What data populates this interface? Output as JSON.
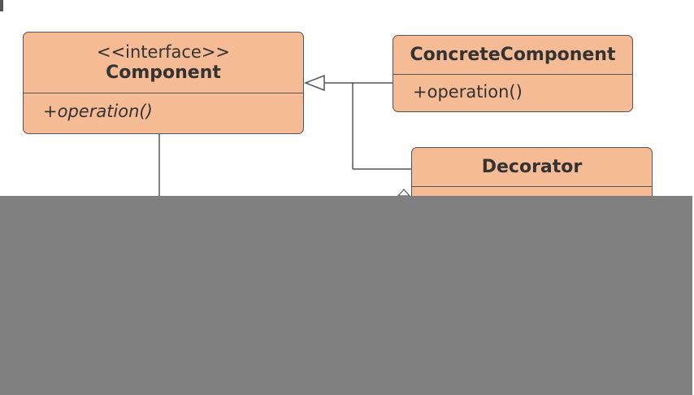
{
  "diagram": {
    "classes": [
      {
        "id": "component",
        "stereotype": "<<interface>>",
        "name": "Component",
        "members": [
          "+operation()"
        ]
      },
      {
        "id": "concrete",
        "name": "ConcreteComponent",
        "members": [
          "+operation()"
        ]
      },
      {
        "id": "decorator",
        "name": "Decorator",
        "members": []
      }
    ],
    "relations": [
      {
        "type": "realization",
        "from": "concrete",
        "to": "component"
      },
      {
        "type": "realization",
        "from": "decorator",
        "to": "component"
      },
      {
        "type": "association",
        "from": "component",
        "to": "obscured"
      },
      {
        "type": "aggregation",
        "from": "decorator",
        "to": "obscured"
      }
    ],
    "colors": {
      "box_fill": "#f4bb94",
      "box_border": "#555555",
      "line": "#555555",
      "text": "#333333",
      "mask": "#808080"
    }
  }
}
